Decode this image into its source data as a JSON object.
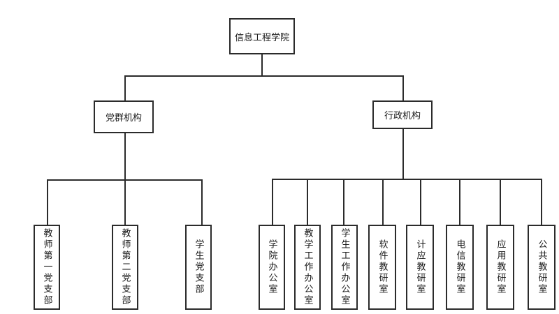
{
  "root": {
    "label": "信息工程学院"
  },
  "branches": [
    {
      "label": "党群机构",
      "children": [
        "教师第一党支部",
        "教师第二党支部",
        "学生党支部"
      ]
    },
    {
      "label": "行政机构",
      "children": [
        "学院办公室",
        "教学工作办公室",
        "学生工作办公室",
        "软件教研室",
        "计应教研室",
        "电信教研室",
        "应用教研室",
        "公共教研室"
      ]
    }
  ]
}
